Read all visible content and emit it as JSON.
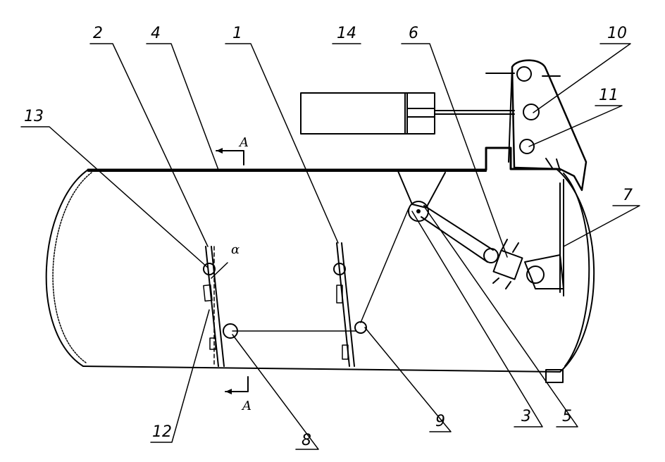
{
  "labels": {
    "n1": "1",
    "n2": "2",
    "n3": "3",
    "n4": "4",
    "n5": "5",
    "n6": "6",
    "n7": "7",
    "n8": "8",
    "n9": "9",
    "n10": "10",
    "n11": "11",
    "n12": "12",
    "n13": "13",
    "n14": "14"
  },
  "section": {
    "top": "A",
    "bottom": "A",
    "angle": "α"
  }
}
